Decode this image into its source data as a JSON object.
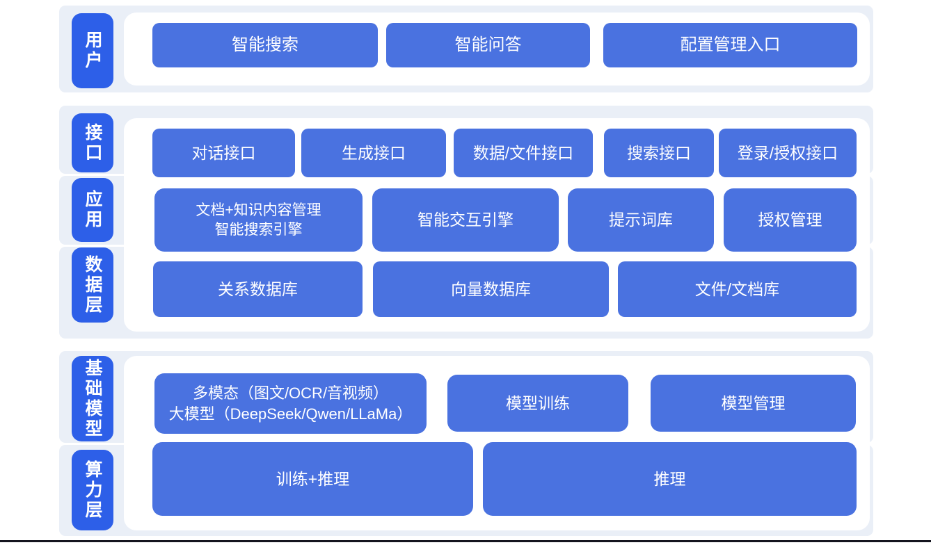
{
  "palette": {
    "label_blue": "#2d5fe8",
    "box_blue": "#4a72e0",
    "panel_bg": "#eaeff7",
    "card_bg": "#ffffff",
    "page_bg": "#ffffff",
    "box_text": "#ffffff",
    "footer_line": "#15151f"
  },
  "layers": {
    "user": {
      "label": "用户",
      "boxes": {
        "smart_search": "智能搜索",
        "smart_qa": "智能问答",
        "config_entry": "配置管理入口"
      }
    },
    "interface": {
      "label": "接口",
      "boxes": {
        "dialog_api": "对话接口",
        "generation_api": "生成接口",
        "data_file_api": "数据/文件接口",
        "search_api": "搜索接口",
        "login_auth_api": "登录/授权接口"
      }
    },
    "application": {
      "label": "应用",
      "boxes": {
        "doc_knowledge_line1": "文档+知识内容管理",
        "doc_knowledge_line2": "智能搜索引擎",
        "interaction_engine": "智能交互引擎",
        "prompt_library": "提示词库",
        "auth_management": "授权管理"
      }
    },
    "data": {
      "label": "数据层",
      "boxes": {
        "relational_db": "关系数据库",
        "vector_db": "向量数据库",
        "file_doc_db": "文件/文档库"
      }
    },
    "foundation": {
      "label": "基础模型",
      "boxes": {
        "multimodal_line1": "多模态（图文/OCR/音视频）",
        "multimodal_line2": "大模型（DeepSeek/Qwen/LLaMa）",
        "model_training": "模型训练",
        "model_management": "模型管理"
      }
    },
    "compute": {
      "label": "算力层",
      "boxes": {
        "training_inference": "训练+推理",
        "inference": "推理"
      }
    }
  }
}
